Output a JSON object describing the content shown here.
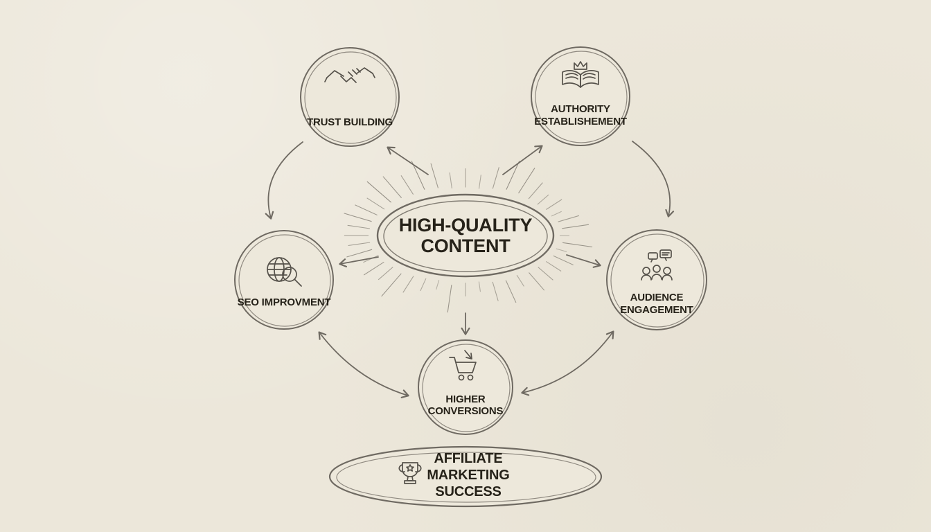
{
  "diagram": {
    "center": {
      "lines": [
        "HIGH-QUALITY",
        "CONTENT"
      ]
    },
    "nodes": {
      "trust": {
        "lines": [
          "TRUST BUILDING"
        ],
        "icon": "handshake-icon"
      },
      "authority": {
        "lines": [
          "AUTHORITY",
          "ESTABLISHEMENT"
        ],
        "icon": "open-book-crown-icon"
      },
      "seo": {
        "lines": [
          "SEO IMPROVMENT"
        ],
        "icon": "globe-magnifier-icon"
      },
      "audience": {
        "lines": [
          "AUDIENCE",
          "ENGAGEMENT"
        ],
        "icon": "people-chat-icon"
      },
      "conversions": {
        "lines": [
          "HIGHER",
          "CONVERSIONS"
        ],
        "icon": "shopping-cart-icon"
      }
    },
    "footer": {
      "lines": [
        "AFFILIATE",
        "MARKETING",
        "SUCCESS"
      ],
      "icon": "trophy-icon"
    },
    "colors": {
      "background": "#ece7da",
      "stroke": "#6f6a62",
      "icon_stroke": "#56524b",
      "text": "#262219",
      "rays": "#8b867c"
    }
  }
}
